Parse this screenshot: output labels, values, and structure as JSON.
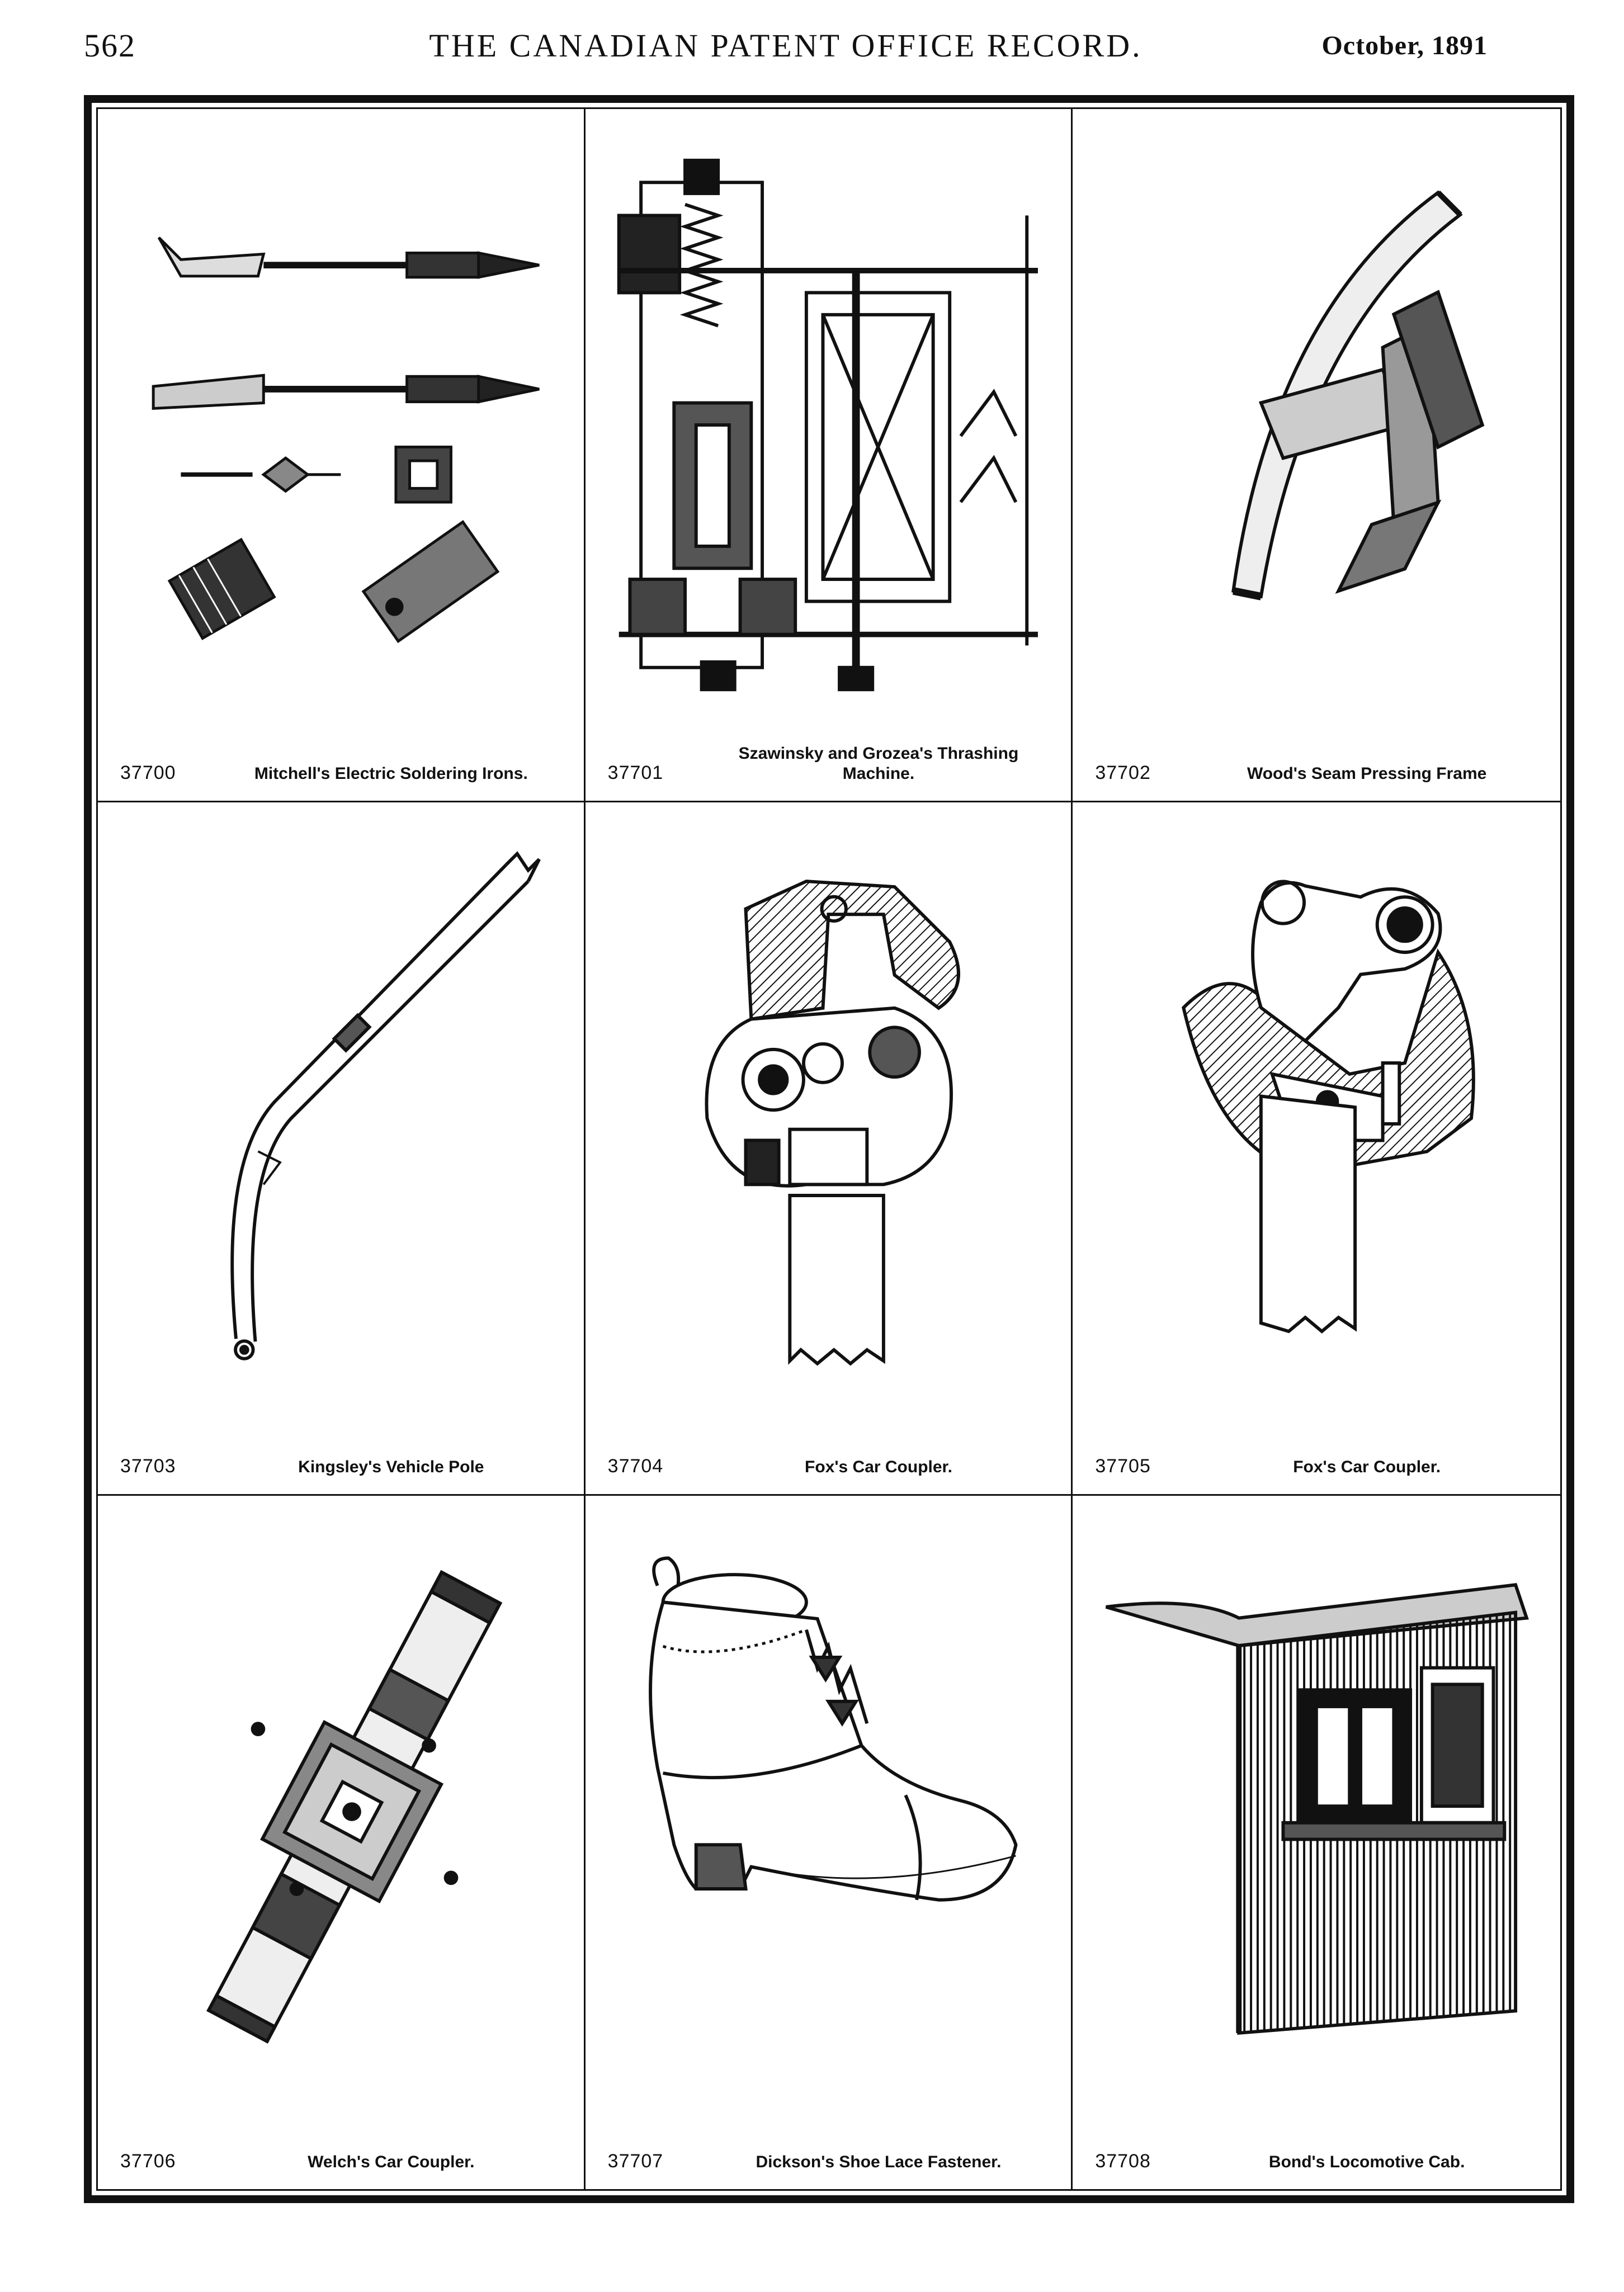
{
  "header": {
    "page_number": "562",
    "journal_title": "THE CANADIAN PATENT OFFICE RECORD.",
    "issue_date": "October, 1891"
  },
  "plate": {
    "figures": [
      {
        "number": "37700",
        "title": "Mitchell's Electric Soldering Irons.",
        "drawing": "soldering-irons-icon"
      },
      {
        "number": "37701",
        "title": "Szawinsky and Grozea's Thrashing Machine.",
        "drawing": "thrashing-machine-icon"
      },
      {
        "number": "37702",
        "title": "Wood's Seam Pressing Frame",
        "drawing": "seam-pressing-frame-icon"
      },
      {
        "number": "37703",
        "title": "Kingsley's Vehicle Pole",
        "drawing": "vehicle-pole-icon"
      },
      {
        "number": "37704",
        "title": "Fox's Car Coupler.",
        "drawing": "car-coupler-icon"
      },
      {
        "number": "37705",
        "title": "Fox's Car Coupler.",
        "drawing": "car-coupler-icon"
      },
      {
        "number": "37706",
        "title": "Welch's Car Coupler.",
        "drawing": "car-coupler-icon"
      },
      {
        "number": "37707",
        "title": "Dickson's Shoe Lace Fastener.",
        "drawing": "shoe-icon"
      },
      {
        "number": "37708",
        "title": "Bond's Locomotive Cab.",
        "drawing": "locomotive-cab-icon"
      }
    ]
  }
}
